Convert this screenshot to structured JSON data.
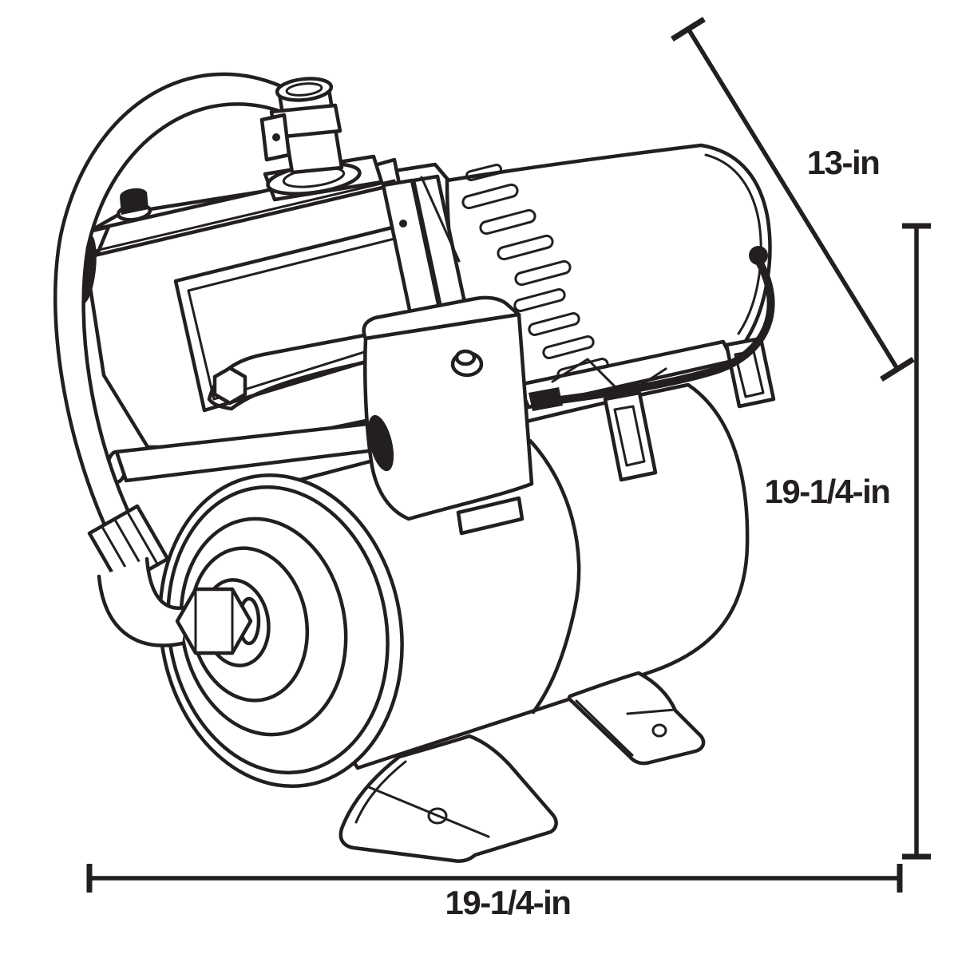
{
  "style": {
    "ink_color": "#231f20",
    "background_color": "#ffffff"
  },
  "illustration": {
    "subject": "shallow-well-jet-pump-with-horizontal-pressure-tank",
    "components": [
      "discharge-pipe",
      "suction-hose",
      "jet-pump-casing",
      "electric-motor",
      "motor-vent-slots",
      "power-cord",
      "pressure-switch",
      "mounting-bracket",
      "pressure-tank",
      "tank-end-rings",
      "tank-inlet-fitting",
      "mounting-feet"
    ]
  },
  "dimensions": {
    "depth": {
      "label": "13-in",
      "orientation": "diagonal"
    },
    "height": {
      "label": "19-1/4-in",
      "orientation": "vertical"
    },
    "width": {
      "label": "19-1/4-in",
      "orientation": "horizontal"
    }
  }
}
